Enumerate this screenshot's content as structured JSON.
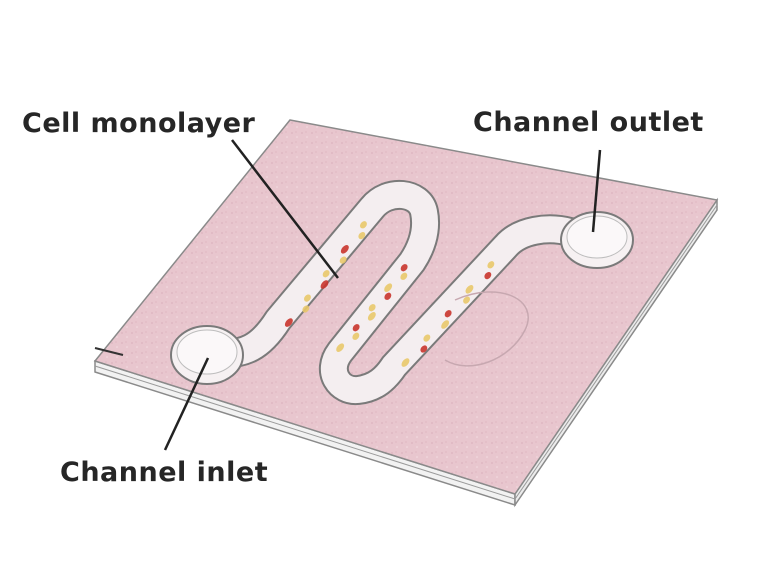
{
  "labels": {
    "cell_monolayer": "Cell monolayer",
    "channel_outlet": "Channel outlet",
    "channel_inlet": "Channel inlet"
  },
  "colors": {
    "chip_top": "#e9c9d0",
    "chip_edge": "#f2f2f2",
    "chip_outline": "#8a8a8a",
    "channel_fill": "#f4eef0",
    "channel_outline": "#7a7a7a",
    "cell_red": "#c9342c",
    "cell_yellow": "#e9c86a",
    "leader": "#222222",
    "text": "#262626"
  }
}
